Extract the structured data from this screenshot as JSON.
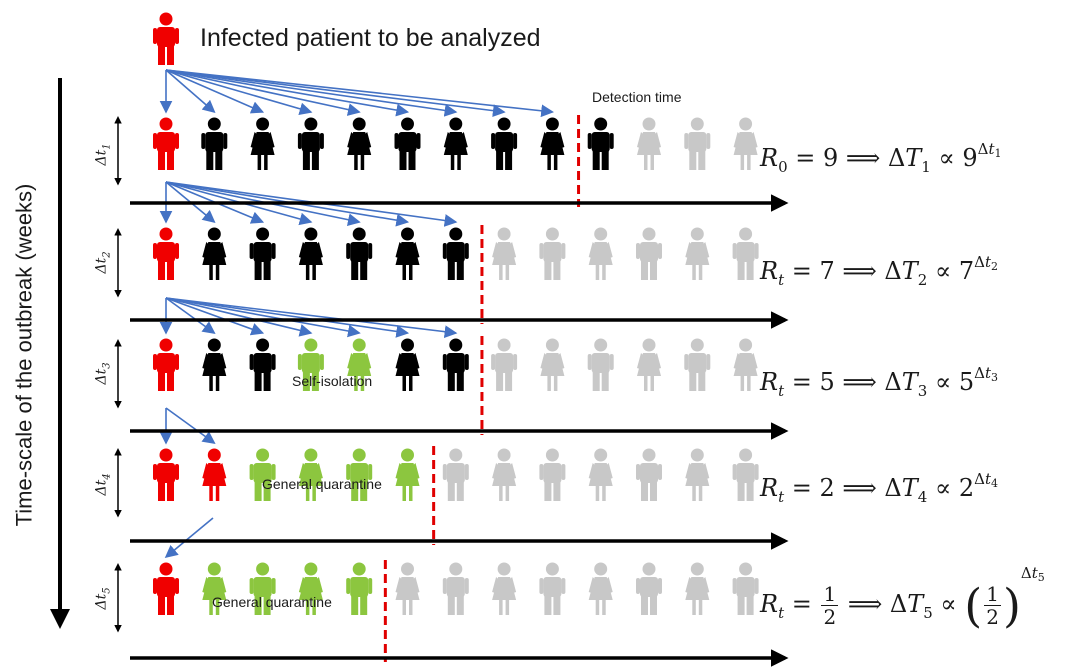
{
  "title": "Infected patient to be analyzed",
  "detection_label": "Detection time",
  "y_axis_label": "Time-scale of the outbreak (weeks)",
  "colors": {
    "infected": "#f00000",
    "exposed": "#000000",
    "isolated": "#8cc63f",
    "unaffected": "#c8c8c8",
    "arrow": "#4472c4",
    "detection_line": "#e00000"
  },
  "rows": [
    {
      "dt_symbol": "Δt",
      "dt_index": "1",
      "people": [
        "infected-male",
        "black-male",
        "black-female",
        "black-male",
        "black-female",
        "black-male",
        "black-female",
        "black-male",
        "black-female",
        "black-male",
        "grey-female",
        "grey-male",
        "grey-female"
      ],
      "detection_after": 9,
      "annotation": "",
      "formula": {
        "lhs": "R",
        "lhs_sub": "0",
        "value": "9",
        "T_index": "1",
        "base": "9",
        "exp_index": "1"
      }
    },
    {
      "dt_symbol": "Δt",
      "dt_index": "2",
      "people": [
        "infected-male",
        "black-female",
        "black-male",
        "black-female",
        "black-male",
        "black-female",
        "black-male",
        "grey-female",
        "grey-male",
        "grey-female",
        "grey-male",
        "grey-female",
        "grey-male"
      ],
      "detection_after": 7,
      "annotation": "",
      "formula": {
        "lhs": "R",
        "lhs_sub": "t",
        "value": "7",
        "T_index": "2",
        "base": "7",
        "exp_index": "2"
      }
    },
    {
      "dt_symbol": "Δt",
      "dt_index": "3",
      "people": [
        "infected-male",
        "black-female",
        "black-male",
        "green-male",
        "green-female",
        "black-female",
        "black-male",
        "grey-male",
        "grey-female",
        "grey-male",
        "grey-female",
        "grey-male",
        "grey-female"
      ],
      "detection_after": 7,
      "annotation": "Self-isolation",
      "formula": {
        "lhs": "R",
        "lhs_sub": "t",
        "value": "5",
        "T_index": "3",
        "base": "5",
        "exp_index": "3"
      }
    },
    {
      "dt_symbol": "Δt",
      "dt_index": "4",
      "people": [
        "infected-male",
        "infected-female",
        "green-male",
        "green-female",
        "green-male",
        "green-female",
        "grey-male",
        "grey-female",
        "grey-male",
        "grey-female",
        "grey-male",
        "grey-female",
        "grey-male"
      ],
      "detection_after": 6,
      "annotation": "General quarantine",
      "formula": {
        "lhs": "R",
        "lhs_sub": "t",
        "value": "2",
        "T_index": "4",
        "base": "2",
        "exp_index": "4"
      }
    },
    {
      "dt_symbol": "Δt",
      "dt_index": "5",
      "people": [
        "infected-male",
        "green-female",
        "green-male",
        "green-female",
        "green-male",
        "grey-female",
        "grey-male",
        "grey-female",
        "grey-male",
        "grey-female",
        "grey-male",
        "grey-female",
        "grey-male"
      ],
      "detection_after": 5,
      "annotation": "General quarantine",
      "formula": {
        "lhs": "R",
        "lhs_sub": "t",
        "frac_num": "1",
        "frac_den": "2",
        "T_index": "5",
        "exp_index": "5"
      }
    }
  ],
  "transmissions": [
    {
      "from_row": 0,
      "targets": 9
    },
    {
      "from_row": 1,
      "targets": 7
    },
    {
      "from_row": 2,
      "targets": 7
    },
    {
      "from_row": 3,
      "targets": 2
    },
    {
      "from_row": 4,
      "targets": 1
    }
  ]
}
